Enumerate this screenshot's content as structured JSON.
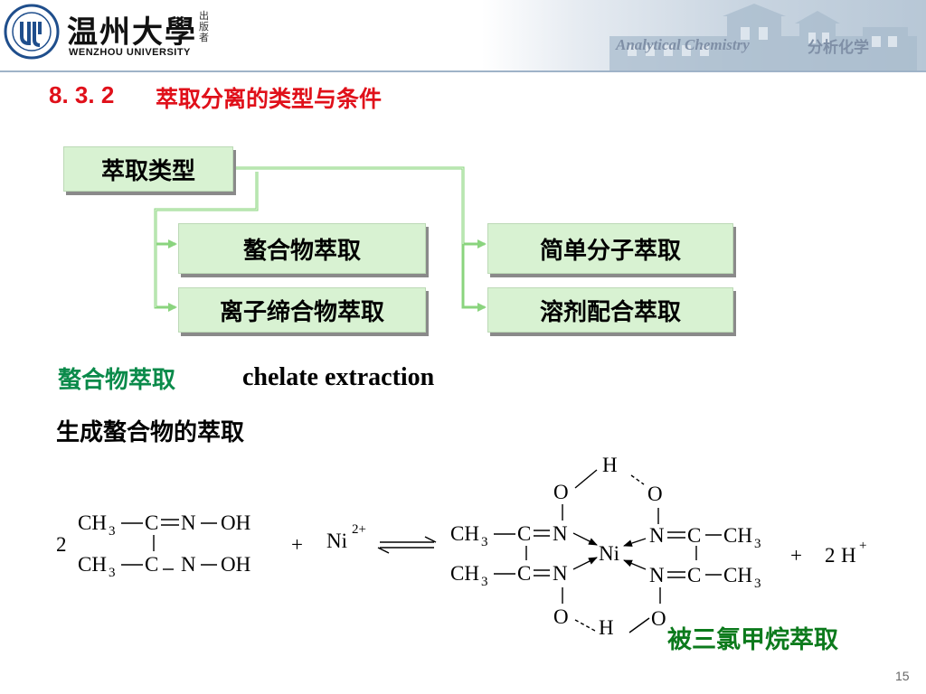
{
  "header": {
    "university_cn": "温州大學",
    "university_en": "WENZHOU UNIVERSITY",
    "seal_text": "出版者",
    "course_en": "Analytical Chemistry",
    "course_cn": "分析化学"
  },
  "section": {
    "number": "8. 3. 2",
    "title": "萃取分离的类型与条件"
  },
  "diagram": {
    "root": "萃取类型",
    "types": [
      "螯合物萃取",
      "离子缔合物萃取",
      "简单分子萃取",
      "溶剂配合萃取"
    ]
  },
  "chelate": {
    "heading_cn": "螯合物萃取",
    "heading_en": "chelate extraction",
    "subheading": "生成螯合物的萃取",
    "note": "被三氯甲烷萃取"
  },
  "equation": {
    "coef_left": "2",
    "plus": "+",
    "ni": "Ni",
    "ni_charge": "2+",
    "coef_right": "2",
    "h": "H",
    "h_charge": "+",
    "ch": "CH",
    "sub3": "3",
    "c": "C",
    "n": "N",
    "o": "O",
    "oh": "OH"
  },
  "page_number": "15"
}
